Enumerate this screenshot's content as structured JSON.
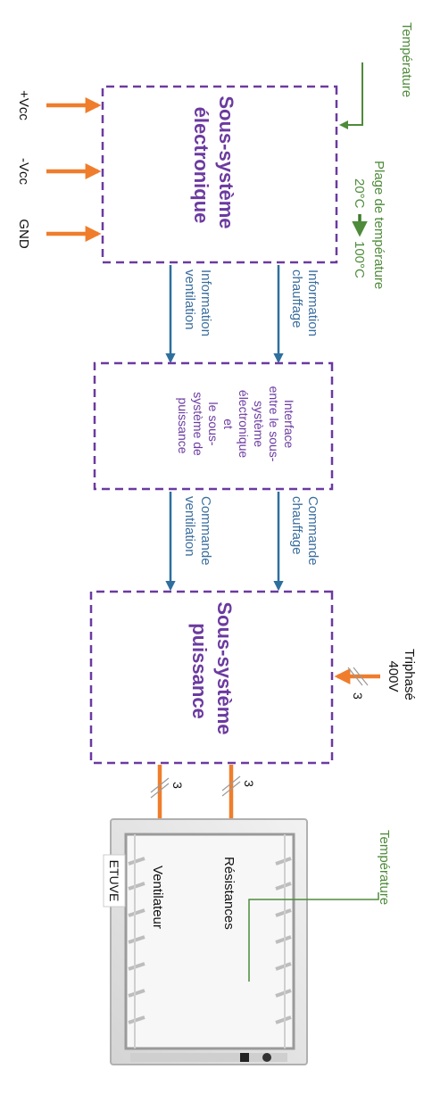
{
  "colors": {
    "box_border": "#6b3aa0",
    "box_title": "#6b3aa0",
    "signal_arrow": "#2e6f9e",
    "signal_text": "#3b6e9e",
    "power_arrow": "#ef7d2c",
    "temperature": "#4e8b3a"
  },
  "supplies": [
    {
      "label": "+Vcc"
    },
    {
      "label": "-Vcc"
    },
    {
      "label": "GND"
    }
  ],
  "electronics_box": {
    "title_lines": [
      "Sous-système",
      "électronique"
    ]
  },
  "temperature_input": {
    "label": "Température",
    "range_label": "Plage de température",
    "range_from": "20°C",
    "range_to": "100°C"
  },
  "info_links": [
    {
      "lines": [
        "Information",
        "chauffage"
      ]
    },
    {
      "lines": [
        "Information",
        "ventilation"
      ]
    }
  ],
  "interface_box": {
    "lines": [
      "Interface",
      "entre le sous-",
      "système",
      "électronique",
      "et",
      "le sous-",
      "système de",
      "puissance"
    ]
  },
  "command_links": [
    {
      "lines": [
        "Commande",
        "chauffage"
      ]
    },
    {
      "lines": [
        "Commande",
        "ventilation"
      ]
    }
  ],
  "power_box": {
    "title_lines": [
      "Sous-système",
      "puissance"
    ]
  },
  "three_phase": {
    "lines": [
      "Triphasé",
      "400V"
    ],
    "wire_count": "3"
  },
  "power_outputs": [
    {
      "wire_count": "3",
      "target": "Résistances"
    },
    {
      "wire_count": "3",
      "target": "Ventilateur"
    }
  ],
  "oven": {
    "name": "ETUVE",
    "temperature_label": "Température"
  }
}
